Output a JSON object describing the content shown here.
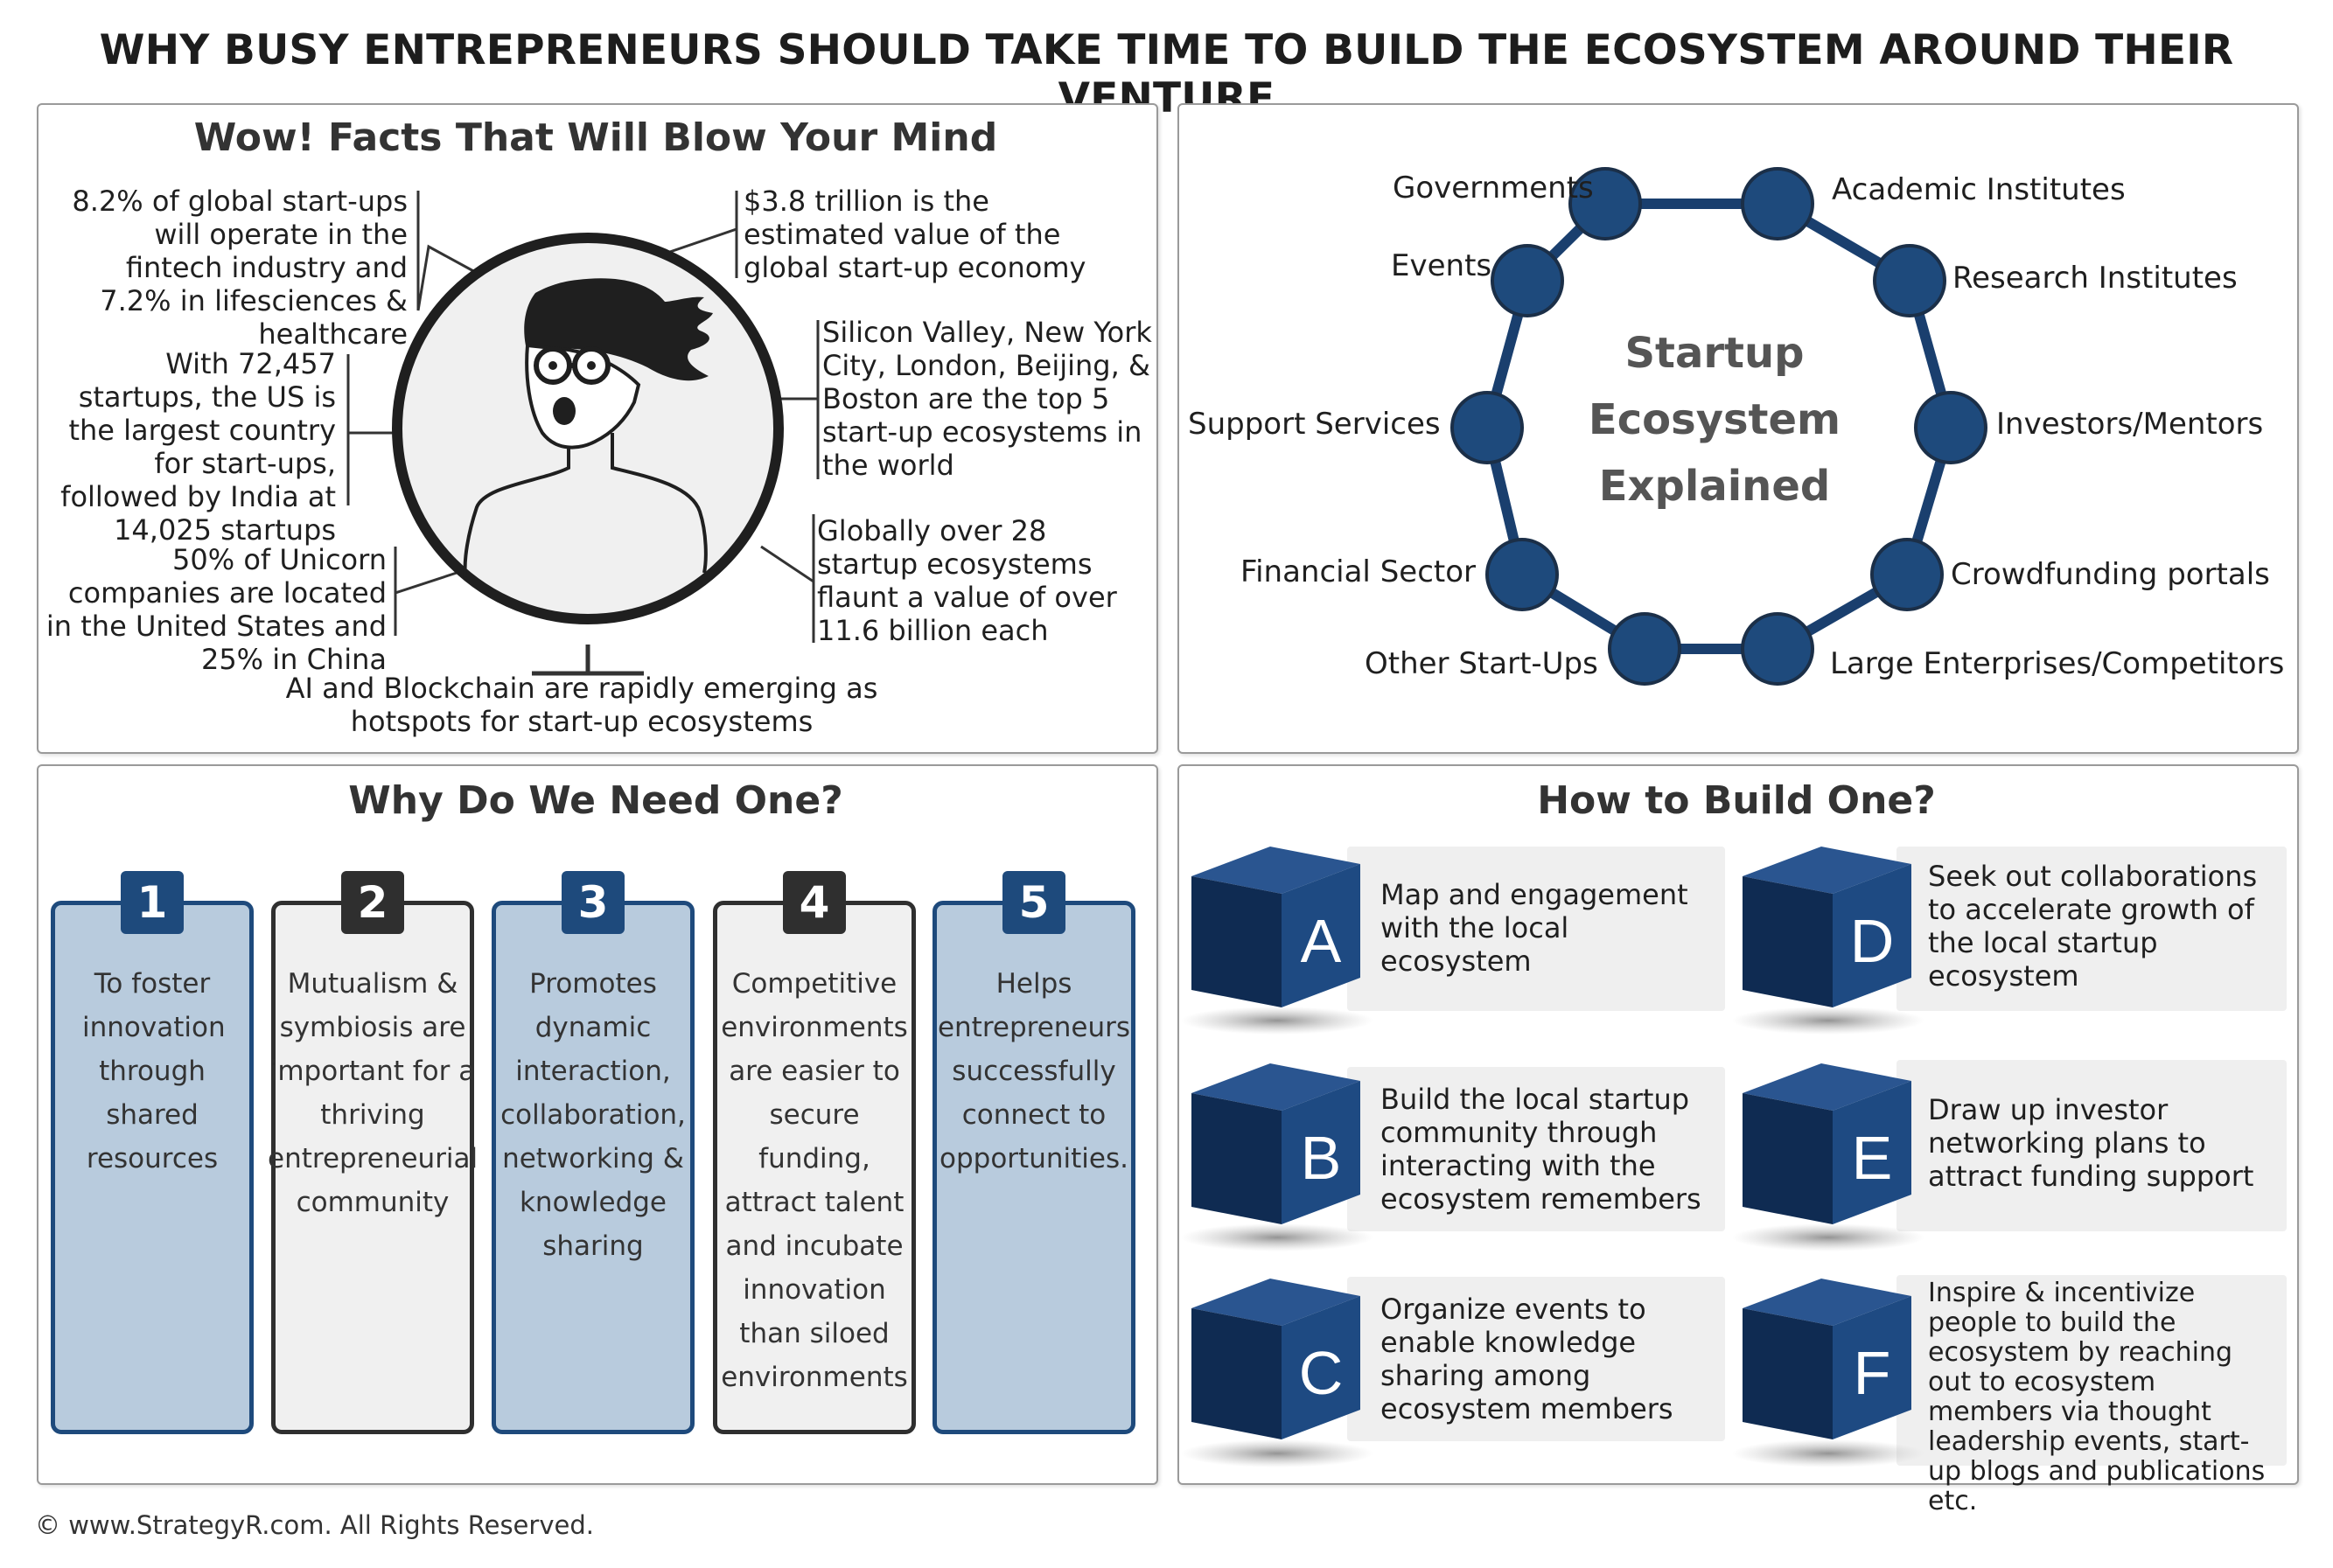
{
  "title": "WHY BUSY ENTREPRENEURS SHOULD TAKE TIME TO BUILD THE ECOSYSTEM AROUND THEIR VENTURE",
  "facts_panel": {
    "heading": "Wow! Facts That Will Blow Your Mind",
    "facts": {
      "fintech": "8.2% of global start-ups will operate in the fintech industry and 7.2% in lifesciences & healthcare",
      "us_largest": "With 72,457 startups, the US is the largest country for start-ups, followed by India at 14,025 startups",
      "unicorn": "50% of Unicorn companies are located in the United States and 25% in China",
      "ai_blockchain": "AI and Blockchain are rapidly emerging as hotspots for start-up ecosystems",
      "value": "$3.8 trillion is the estimated value of the global start-up economy",
      "top5": "Silicon Valley, New York City, London, Beijing, & Boston are the top 5 start-up ecosystems in the world",
      "billion": "Globally over 28 startup ecosystems flaunt a value of over 11.6 billion each"
    }
  },
  "ecosystem_panel": {
    "center_lines": [
      "Startup",
      "Ecosystem",
      "Explained"
    ],
    "nodes": [
      "Governments",
      "Academic Institutes",
      "Research Institutes",
      "Investors/Mentors",
      "Crowdfunding portals",
      "Large Enterprises/Competitors",
      "Other Start-Ups",
      "Financial Sector",
      "Support Services",
      "Events"
    ],
    "colors": {
      "node": "#1e4a7c",
      "ring": "#1a3f6e"
    }
  },
  "why_panel": {
    "heading": "Why Do We Need One?",
    "cards": [
      {
        "number": "1",
        "text": "To foster innovation through shared resources"
      },
      {
        "number": "2",
        "text": "Mutualism & symbiosis are important for a thriving entrepreneurial community"
      },
      {
        "number": "3",
        "text": "Promotes dynamic interaction, collaboration, networking & knowledge sharing"
      },
      {
        "number": "4",
        "text": "Competitive environments are easier to secure funding, attract talent and incubate innovation than siloed environments"
      },
      {
        "number": "5",
        "text": "Helps entrepreneurs successfully connect to opportunities."
      }
    ]
  },
  "how_panel": {
    "heading": "How to Build One?",
    "steps": [
      {
        "letter": "A",
        "text": "Map and engagement with the local ecosystem"
      },
      {
        "letter": "B",
        "text": "Build the local startup community through interacting with the ecosystem remembers"
      },
      {
        "letter": "C",
        "text": "Organize events to enable knowledge sharing among ecosystem members"
      },
      {
        "letter": "D",
        "text": "Seek out collaborations to accelerate growth of the local startup ecosystem"
      },
      {
        "letter": "E",
        "text": "Draw up investor networking plans to attract funding support"
      },
      {
        "letter": "F",
        "text": "Inspire & incentivize people to build the ecosystem by reaching out to ecosystem members via thought leadership events, start-up blogs and publications etc."
      }
    ]
  },
  "footer": "© www.StrategyR.com. All Rights Reserved."
}
